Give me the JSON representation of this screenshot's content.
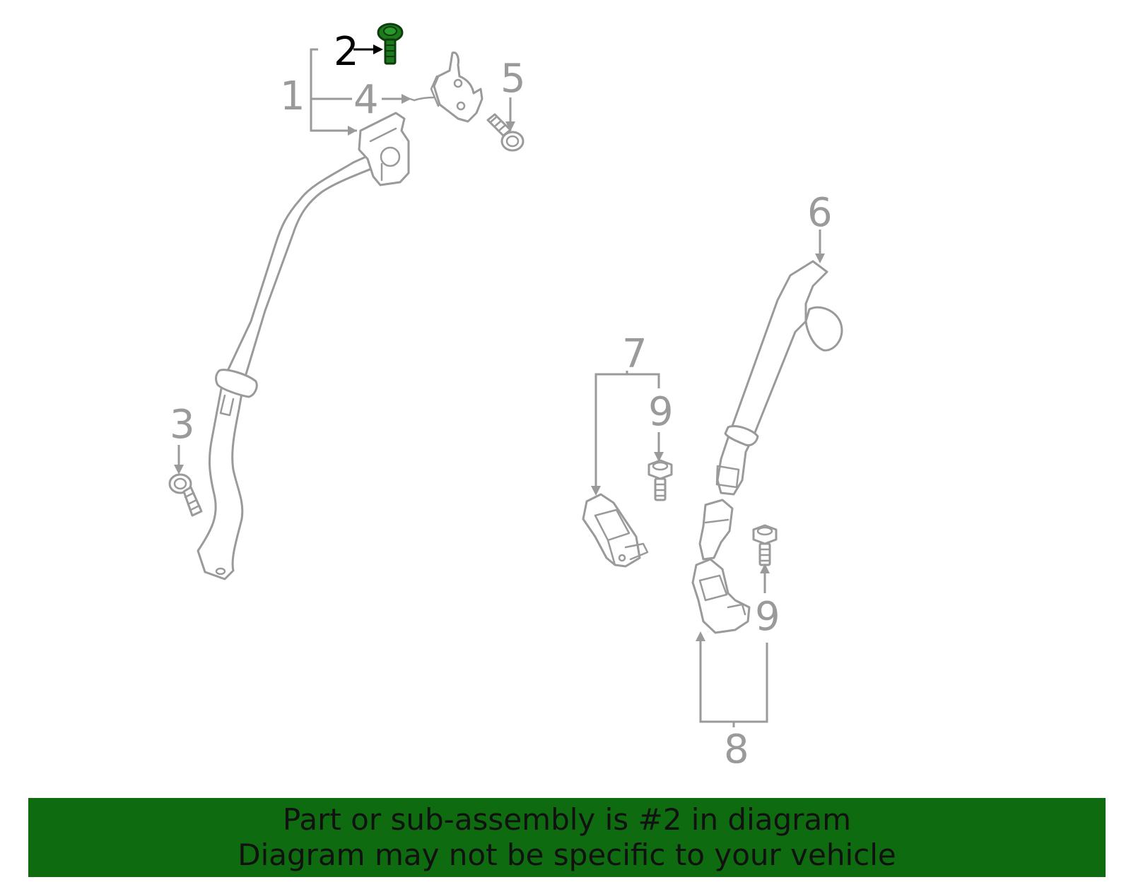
{
  "callouts": {
    "c1": "1",
    "c2": "2",
    "c3": "3",
    "c4": "4",
    "c5": "5",
    "c6": "6",
    "c7": "7",
    "c8": "8",
    "c9a": "9",
    "c9b": "9"
  },
  "highlight": {
    "part": "2",
    "color": "#1c7a1c"
  },
  "banner": {
    "line1": "Part or sub-assembly is #2 in diagram",
    "line2": "Diagram may not be specific to your vehicle",
    "background": "#0f6b0f"
  }
}
